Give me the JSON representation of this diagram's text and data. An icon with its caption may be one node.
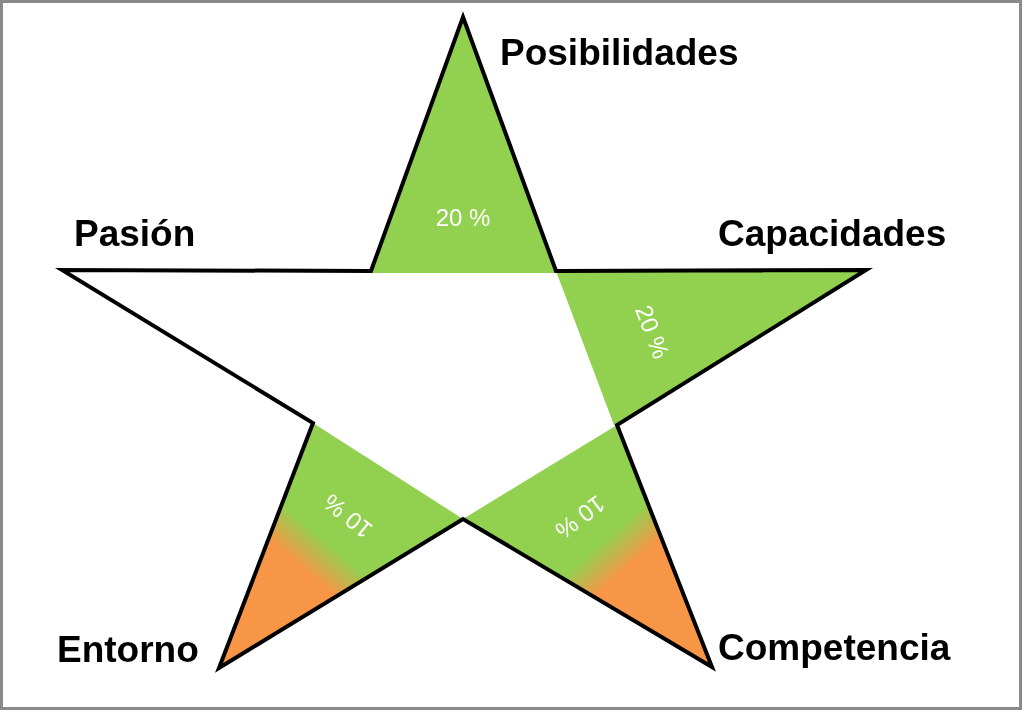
{
  "diagram": {
    "nodes": [
      {
        "text": [],
        "shape": "star"
      },
      {
        "text": [
          "20 %"
        ],
        "beside": [
          "Posibilidades"
        ],
        "in": 0
      },
      {
        "text": [
          "20 %"
        ],
        "beside": [
          "Capacidades"
        ],
        "in": 0
      },
      {
        "text": [
          "10 %"
        ],
        "beside": [
          "Entorno"
        ],
        "in": 0
      },
      {
        "text": [
          "10 %"
        ],
        "beside": [
          "Competencia"
        ],
        "in": 0
      }
    ],
    "labels": [
      "Pasión"
    ]
  }
}
